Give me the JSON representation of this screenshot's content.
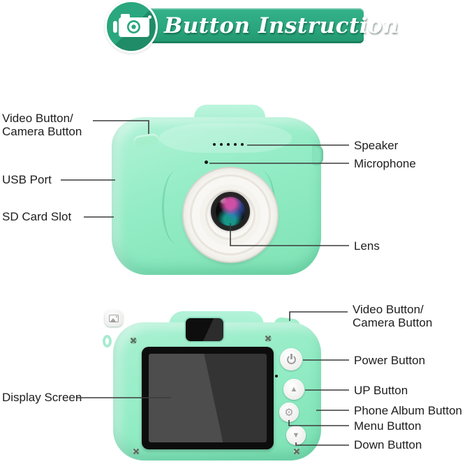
{
  "header": {
    "title": "Button Instruction"
  },
  "front_view": {
    "labels": {
      "video_camera": {
        "line1": "Video Button/",
        "line2": "Camera Button"
      },
      "usb": "USB Port",
      "sd": "SD Card Slot",
      "speaker": "Speaker",
      "microphone": "Microphone",
      "lens": "Lens"
    }
  },
  "back_view": {
    "labels": {
      "video_camera": {
        "line1": "Video Button/",
        "line2": "Camera Button"
      },
      "power": "Power Button",
      "up": "UP Button",
      "album": "Phone Album Button",
      "menu": "Menu Button",
      "down": "Down Button",
      "display": "Display Screen"
    }
  },
  "glyphs": {
    "up": "▲",
    "down": "▼",
    "gear": "⚙"
  },
  "colors": {
    "banner_green": "#2AA77E",
    "banner_shadow": "#1E8A66",
    "camera_mint": "#93ECC5",
    "label_text": "#1D1D1D",
    "callout_line": "#3C3C3C",
    "lens_black": "#0A0A0A"
  }
}
